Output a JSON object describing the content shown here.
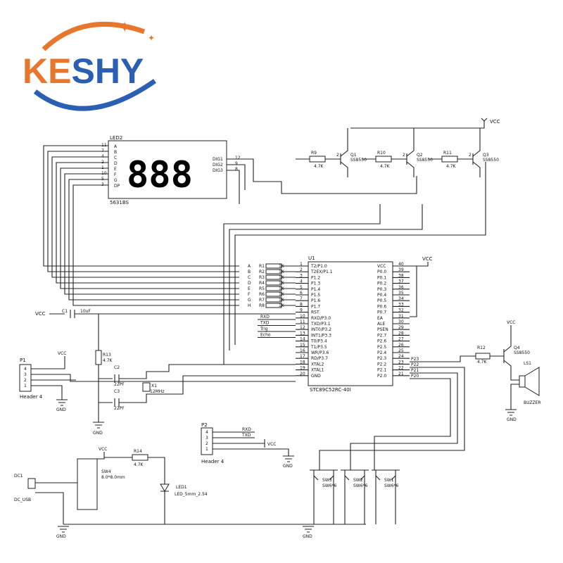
{
  "logo": {
    "text_part1": "KE",
    "text_part2": "SHY",
    "color_orange": "#e8772e",
    "color_blue": "#2b5fb4"
  },
  "display": {
    "ref": "LED2",
    "part": "5631BS",
    "digits": "888",
    "seg_labels": [
      "A",
      "B",
      "C",
      "D",
      "E",
      "F",
      "G",
      "DP"
    ],
    "seg_pins": [
      "11",
      "7",
      "4",
      "2",
      "1",
      "10",
      "5",
      "3"
    ],
    "dig_labels": [
      "DIG1",
      "DIG2",
      "DIG3"
    ],
    "dig_pins": [
      "12",
      "9",
      "8"
    ]
  },
  "transistors": [
    {
      "r": "R9",
      "rv": "4.7K",
      "q": "Q1",
      "type": "SS8550"
    },
    {
      "r": "R10",
      "rv": "4.7K",
      "q": "Q2",
      "type": "SS8550"
    },
    {
      "r": "R11",
      "rv": "4.7K",
      "q": "Q3",
      "type": "SS8550"
    }
  ],
  "vcc": "VCC",
  "gnd": "GND",
  "mcu": {
    "ref": "U1",
    "part": "STC89C52RC-40I",
    "left_pins": [
      "T2/P1.0",
      "T2EX/P1.1",
      "P1.2",
      "P1.3",
      "P1.4",
      "P1.5",
      "P1.6",
      "P1.7",
      "RST",
      "RXD/P3.0",
      "TXD/P3.1",
      "INT0/P3.2",
      "INT1/P3.3",
      "T0/P3.4",
      "T1/P3.5",
      "WR/P3.6",
      "RD/P3.7",
      "XTAL2",
      "XTAL1",
      "GND"
    ],
    "left_nums": [
      "1",
      "2",
      "3",
      "4",
      "5",
      "6",
      "7",
      "8",
      "9",
      "10",
      "11",
      "12",
      "13",
      "14",
      "15",
      "16",
      "17",
      "18",
      "19",
      "20"
    ],
    "right_pins": [
      "VCC",
      "P0.0",
      "P0.1",
      "P0.2",
      "P0.3",
      "P0.4",
      "P0.5",
      "P0.6",
      "P0.7",
      "EA",
      "ALE",
      "PSEN",
      "P2.7",
      "P2.6",
      "P2.5",
      "P2.4",
      "P2.3",
      "P2.2",
      "P2.1",
      "P2.0"
    ],
    "right_nums": [
      "40",
      "39",
      "38",
      "37",
      "36",
      "35",
      "34",
      "33",
      "32",
      "31",
      "30",
      "29",
      "28",
      "27",
      "26",
      "25",
      "24",
      "23",
      "22",
      "21"
    ],
    "net_labels": [
      "P23",
      "P22",
      "P21",
      "P20"
    ]
  },
  "resistor_array": {
    "letters": [
      "A",
      "B",
      "C",
      "D",
      "E",
      "F",
      "G",
      "H"
    ],
    "refs": [
      "R1",
      "R2",
      "R3",
      "R4",
      "R5",
      "R6",
      "R7",
      "R8"
    ],
    "value": "1K"
  },
  "p3_nets": [
    "RXD",
    "TXD",
    "Trig",
    "Echo"
  ],
  "c1": {
    "ref": "C1",
    "value": "10uF"
  },
  "r13": {
    "ref": "R13",
    "value": "4.7K"
  },
  "c2": {
    "ref": "C2",
    "value": "22PF"
  },
  "c3": {
    "ref": "C3",
    "value": "22PF"
  },
  "x1": {
    "ref": "X1",
    "value": "12MHz"
  },
  "p1": {
    "ref": "P1",
    "label": "Header 4",
    "pins": [
      "4",
      "3",
      "2",
      "1"
    ]
  },
  "p2": {
    "ref": "P2",
    "label": "Header 4",
    "pins": [
      "4",
      "3",
      "2",
      "1"
    ],
    "nets": [
      "RXD",
      "TXD"
    ]
  },
  "buzzer": {
    "r": "R12",
    "rv": "4.7K",
    "q": "Q4",
    "qtype": "SS8550",
    "ls": "LS1",
    "label": "BUZZER"
  },
  "power": {
    "dc": "DC1",
    "dc_label": "DC_USB",
    "sw": "SW4",
    "sw_size": "8.0*8.0mm",
    "r14": "R14",
    "r14v": "4.7K",
    "led": "LED1",
    "led_type": "LED_5mm_2.54"
  },
  "switches": [
    {
      "ref": "SW3",
      "type": "SW6*6"
    },
    {
      "ref": "SW2",
      "type": "SW6*6"
    },
    {
      "ref": "SW1",
      "type": "SW6*6"
    }
  ]
}
